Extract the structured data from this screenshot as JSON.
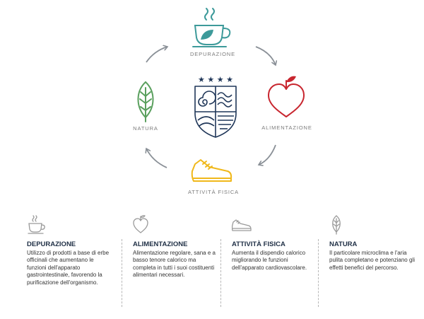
{
  "cycle": {
    "depurazione": "DEPURAZIONE",
    "alimentazione": "ALIMENTAZIONE",
    "attivita": "ATTIVITÀ FISICA",
    "natura": "NATURA",
    "stars": "★ ★ ★ ★"
  },
  "columns": [
    {
      "title": "DEPURAZIONE",
      "text": "Utilizzo di prodotti a base di erbe officinali che aumentano le funzioni dell'apparato gastrointestinale, favorendo la purificazione dell'organismo.",
      "icon": "tea-cup-icon"
    },
    {
      "title": "ALIMENTAZIONE",
      "text": "Alimentazione regolare, sana e a basso tenore calorico ma completa in tutti i suoi costituenti alimentari necessari.",
      "icon": "apple-heart-icon"
    },
    {
      "title": "ATTIVITÀ FISICA",
      "text": "Aumenta il dispendio calorico migliorando le funzioni dell'apparato cardiovascolare.",
      "icon": "sneaker-icon"
    },
    {
      "title": "NATURA",
      "text": "Il particolare microclima e l'aria pulita completano e potenziano gli effetti benefici del percorso.",
      "icon": "leaf-icon"
    }
  ],
  "colors": {
    "depurazione": "#3d9a9a",
    "alimentazione": "#c8262f",
    "attivita": "#f0b81b",
    "natura": "#5aa05e",
    "crest": "#1f3658",
    "arrow": "#8a9097"
  }
}
